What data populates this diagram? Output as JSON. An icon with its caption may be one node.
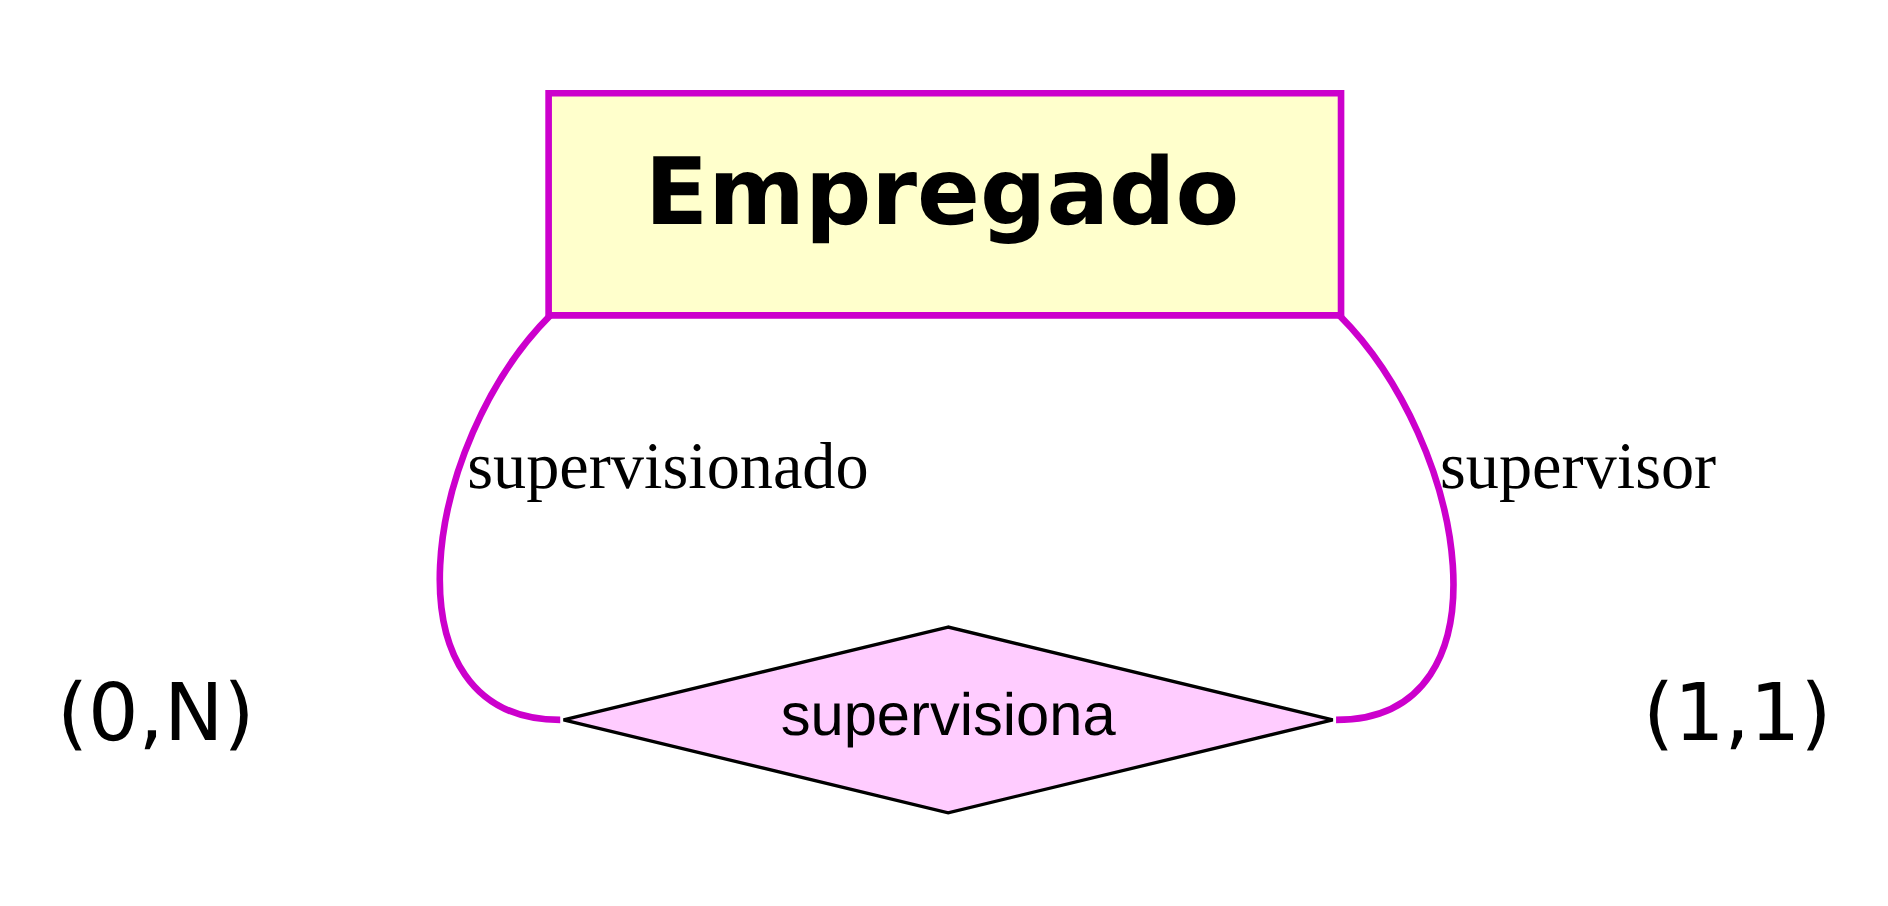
{
  "diagram": {
    "nodes": [
      {
        "text": [
          "Empregado"
        ]
      },
      {
        "text": [
          "supervisiona"
        ]
      }
    ],
    "edges": [
      {
        "from": 0,
        "to": 1,
        "arrow": "none",
        "label": "supervisionado"
      },
      {
        "from": 0,
        "to": 1,
        "arrow": "none",
        "label": "supervisor"
      }
    ],
    "labels": [
      "(0,N)",
      "(1,1)"
    ]
  }
}
